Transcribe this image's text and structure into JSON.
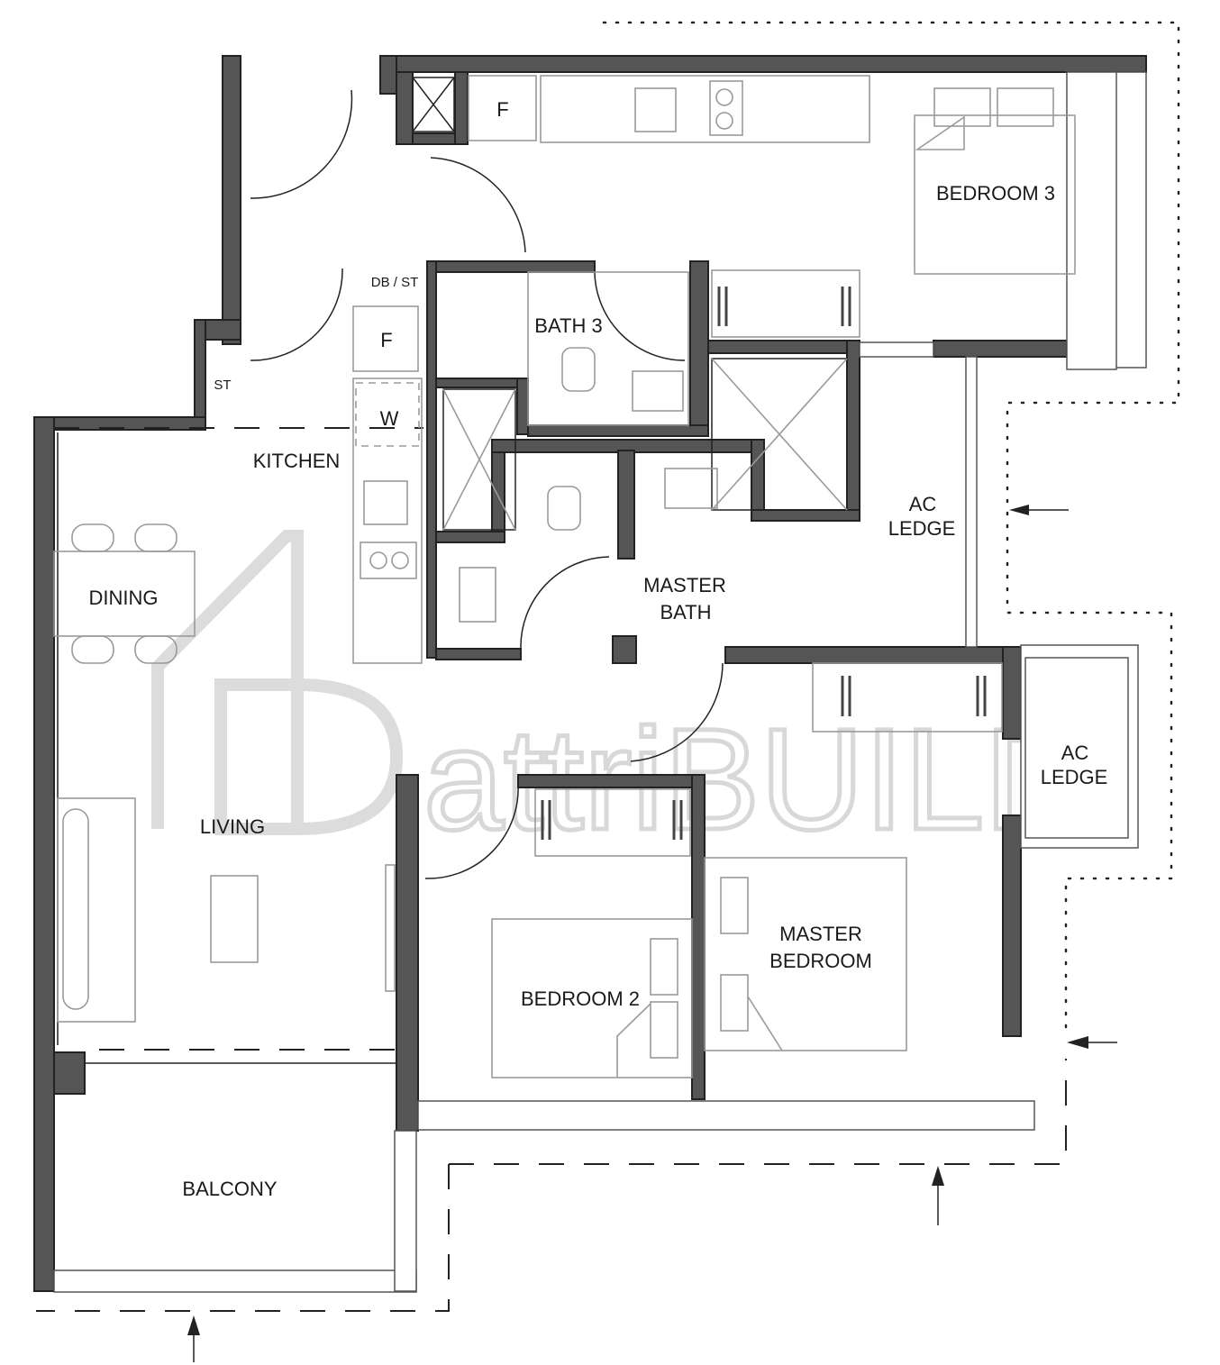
{
  "rooms": {
    "bedroom3": "BEDROOM 3",
    "bath3": "BATH 3",
    "db_st": "DB / ST",
    "st": "ST",
    "kitchen": "KITCHEN",
    "dining": "DINING",
    "living": "LIVING",
    "master_bath_line1": "MASTER",
    "master_bath_line2": "BATH",
    "ac_ledge1_line1": "AC",
    "ac_ledge1_line2": "LEDGE",
    "ac_ledge2_line1": "AC",
    "ac_ledge2_line2": "LEDGE",
    "bedroom2": "BEDROOM 2",
    "master_bedroom_line1": "MASTER",
    "master_bedroom_line2": "BEDROOM",
    "balcony": "BALCONY"
  },
  "appliances": {
    "fridge_top": "F",
    "fridge_kitchen": "F",
    "washer": "W"
  },
  "watermark": "attriBUILD"
}
